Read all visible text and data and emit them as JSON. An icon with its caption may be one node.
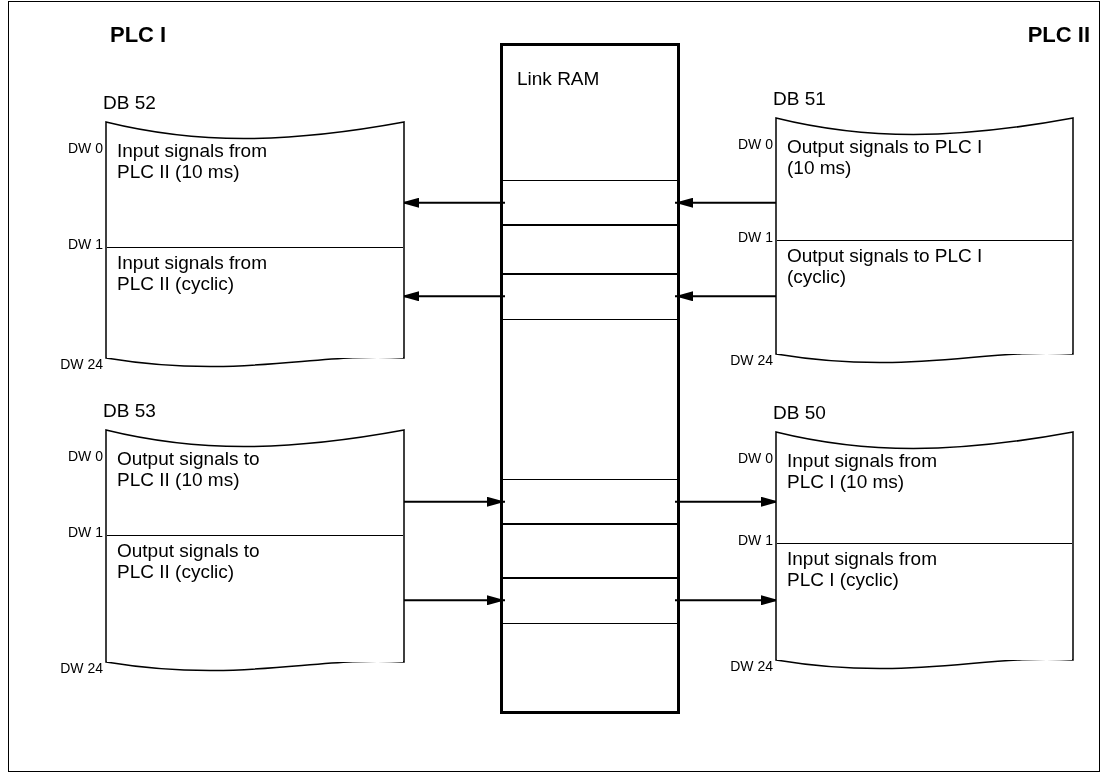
{
  "diagram": {
    "nodes": [
      {
        "text": [
          "DB 52"
        ]
      },
      {
        "text": [
          "Input signals from PLC II (10 ms)"
        ],
        "in": 0,
        "beside": [
          "DW 0"
        ]
      },
      {
        "text": [
          "Input signals from PLC II (cyclic)"
        ],
        "in": 0,
        "beside": [
          "DW 1",
          "DW 24"
        ]
      },
      {
        "text": [
          "Link RAM"
        ]
      },
      {
        "text": [],
        "shape": "box",
        "in": 3
      },
      {
        "text": [],
        "shape": "box",
        "in": 3
      },
      {
        "text": [],
        "shape": "box",
        "in": 3
      },
      {
        "text": [
          "DB 51"
        ]
      },
      {
        "text": [
          "Output signals to PLC I (10 ms)"
        ],
        "in": 7,
        "beside": [
          "DW 0"
        ]
      },
      {
        "text": [
          "Output signals to PLC I (cyclic)"
        ],
        "in": 7,
        "beside": [
          "DW 1",
          "DW 24"
        ]
      },
      {
        "text": [
          "DB 53"
        ]
      },
      {
        "text": [
          "Output signals to PLC II (10 ms)"
        ],
        "in": 10,
        "beside": [
          "DW 0"
        ]
      },
      {
        "text": [
          "Output signals to PLC II (cyclic)"
        ],
        "in": 10,
        "beside": [
          "DW 1",
          "DW 24"
        ]
      },
      {
        "text": [],
        "shape": "box",
        "in": 3
      },
      {
        "text": [],
        "shape": "box",
        "in": 3
      },
      {
        "text": [],
        "shape": "box",
        "in": 3
      },
      {
        "text": [
          "DB 50"
        ]
      },
      {
        "text": [
          "Input signals from PLC I (10 ms)"
        ],
        "in": 16,
        "beside": [
          "DW 0"
        ]
      },
      {
        "text": [
          "Input signals from PLC I (cyclic)"
        ],
        "in": 16,
        "beside": [
          "DW 1",
          "DW 24"
        ]
      }
    ],
    "edges": [
      {
        "from": 4,
        "to": 1,
        "arrow": "to"
      },
      {
        "from": 8,
        "to": 4,
        "arrow": "to"
      },
      {
        "from": 6,
        "to": 2,
        "arrow": "to"
      },
      {
        "from": 9,
        "to": 6,
        "arrow": "to"
      },
      {
        "from": 11,
        "to": 13,
        "arrow": "to"
      },
      {
        "from": 13,
        "to": 17,
        "arrow": "to"
      },
      {
        "from": 12,
        "to": 15,
        "arrow": "to"
      },
      {
        "from": 15,
        "to": 18,
        "arrow": "to"
      }
    ],
    "labels": [
      "PLC I",
      "PLC II"
    ]
  }
}
